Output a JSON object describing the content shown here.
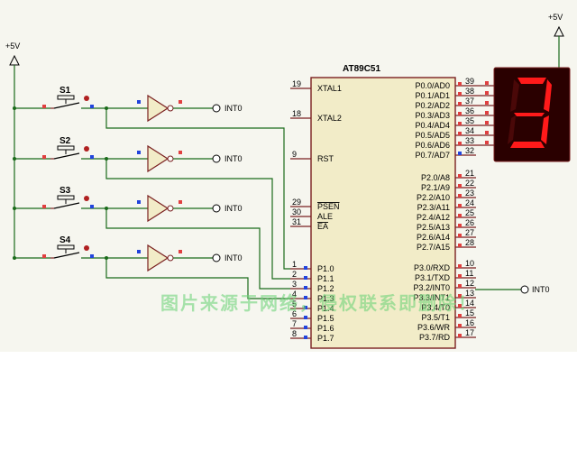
{
  "power": {
    "left_label": "+5V",
    "right_label": "+5V"
  },
  "mcu": {
    "name": "AT89C51",
    "left_pins": [
      {
        "num": "19",
        "name": "XTAL1"
      },
      {
        "num": "18",
        "name": "XTAL2"
      },
      {
        "num": "9",
        "name": "RST"
      },
      {
        "num": "29",
        "name": "PSEN"
      },
      {
        "num": "30",
        "name": "ALE"
      },
      {
        "num": "31",
        "name": "EA"
      },
      {
        "num": "1",
        "name": "P1.0"
      },
      {
        "num": "2",
        "name": "P1.1"
      },
      {
        "num": "3",
        "name": "P1.2"
      },
      {
        "num": "4",
        "name": "P1.3"
      },
      {
        "num": "5",
        "name": "P1.4"
      },
      {
        "num": "6",
        "name": "P1.5"
      },
      {
        "num": "7",
        "name": "P1.6"
      },
      {
        "num": "8",
        "name": "P1.7"
      }
    ],
    "right_pins": [
      {
        "num": "39",
        "name": "P0.0/AD0"
      },
      {
        "num": "38",
        "name": "P0.1/AD1"
      },
      {
        "num": "37",
        "name": "P0.2/AD2"
      },
      {
        "num": "36",
        "name": "P0.3/AD3"
      },
      {
        "num": "35",
        "name": "P0.4/AD4"
      },
      {
        "num": "34",
        "name": "P0.5/AD5"
      },
      {
        "num": "33",
        "name": "P0.6/AD6"
      },
      {
        "num": "32",
        "name": "P0.7/AD7"
      },
      {
        "num": "21",
        "name": "P2.0/A8"
      },
      {
        "num": "22",
        "name": "P2.1/A9"
      },
      {
        "num": "23",
        "name": "P2.2/A10"
      },
      {
        "num": "24",
        "name": "P2.3/A11"
      },
      {
        "num": "25",
        "name": "P2.4/A12"
      },
      {
        "num": "26",
        "name": "P2.5/A13"
      },
      {
        "num": "27",
        "name": "P2.6/A14"
      },
      {
        "num": "28",
        "name": "P2.7/A15"
      },
      {
        "num": "10",
        "name": "P3.0/RXD"
      },
      {
        "num": "11",
        "name": "P3.1/TXD"
      },
      {
        "num": "12",
        "name": "P3.2/INT0"
      },
      {
        "num": "13",
        "name": "P3.3/INT1"
      },
      {
        "num": "14",
        "name": "P3.4/T0"
      },
      {
        "num": "15",
        "name": "P3.5/T1"
      },
      {
        "num": "16",
        "name": "P3.6/WR"
      },
      {
        "num": "17",
        "name": "P3.7/RD"
      }
    ]
  },
  "switches": [
    {
      "name": "S1",
      "net": "INT0"
    },
    {
      "name": "S2",
      "net": "INT0"
    },
    {
      "name": "S3",
      "net": "INT0"
    },
    {
      "name": "S4",
      "net": "INT0"
    }
  ],
  "int0_net_label": "INT0",
  "display": {
    "digit": "3",
    "segment_color": "#ff1a1a",
    "body_color": "#2a0000"
  },
  "watermark": "图片来源于网络，侵权联系即删除！",
  "colors": {
    "wire": "#1a6b1a",
    "pin": "#7a2020",
    "background": "#f6f6ef"
  }
}
